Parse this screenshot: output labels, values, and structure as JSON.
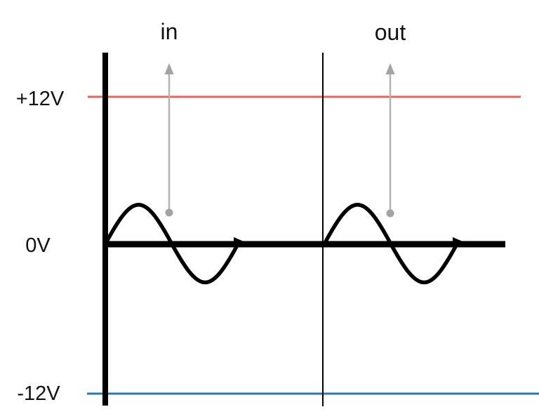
{
  "diagram": {
    "sections": [
      {
        "label": "in"
      },
      {
        "label": "out"
      }
    ],
    "axis_labels": {
      "positive_rail": "+12V",
      "zero_line": "0V",
      "negative_rail": "-12V"
    },
    "colors": {
      "positive_rail": "#e8635a",
      "negative_rail": "#2e75b6",
      "arrow_gray": "#b3b3b3",
      "arrow_accent_gray": "#a3a3a3"
    }
  }
}
